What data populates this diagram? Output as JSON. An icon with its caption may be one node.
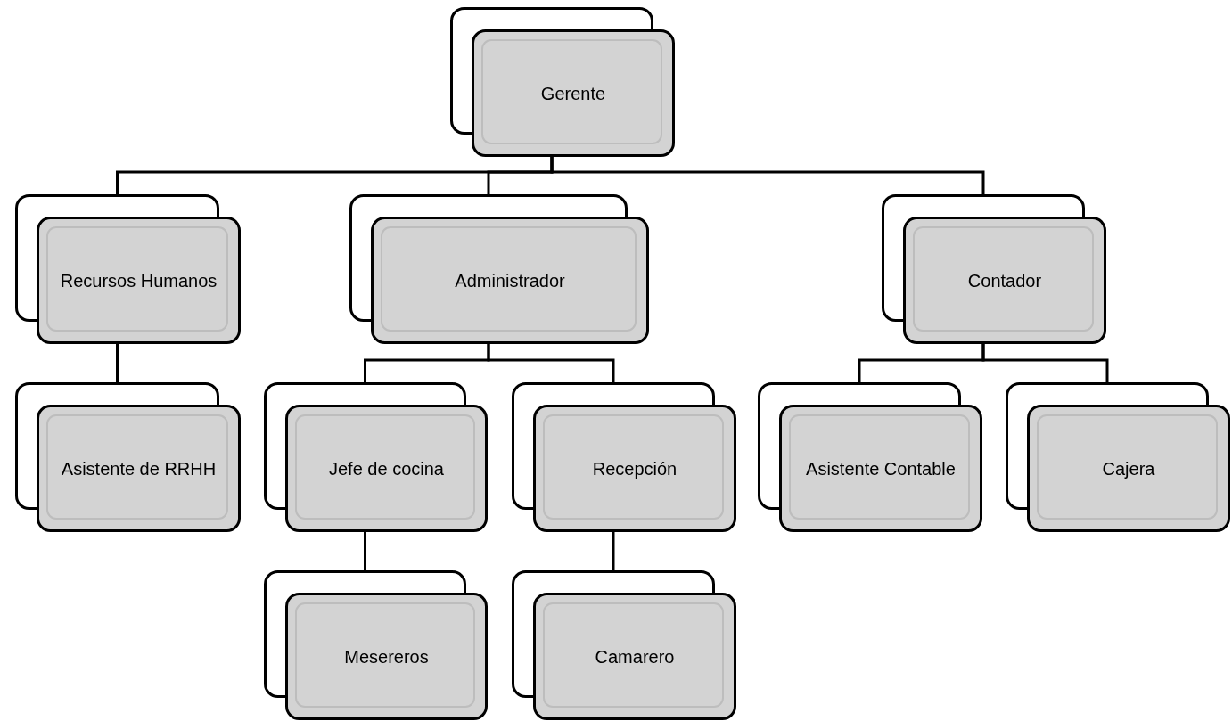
{
  "diagram": {
    "nodes": [
      {
        "text": [
          "Gerente"
        ]
      },
      {
        "text": [
          "Recursos Humanos"
        ]
      },
      {
        "text": [
          "Administrador"
        ]
      },
      {
        "text": [
          "Contador"
        ]
      },
      {
        "text": [
          "Asistente de RRHH"
        ]
      },
      {
        "text": [
          "Jefe de cocina"
        ]
      },
      {
        "text": [
          "Recepción"
        ]
      },
      {
        "text": [
          "Asistente Contable"
        ]
      },
      {
        "text": [
          "Cajera"
        ]
      },
      {
        "text": [
          "Mesereros"
        ]
      },
      {
        "text": [
          "Camarero"
        ]
      }
    ],
    "edges": [
      {
        "from": 0,
        "to": 1,
        "arrow": "none"
      },
      {
        "from": 0,
        "to": 2,
        "arrow": "none"
      },
      {
        "from": 0,
        "to": 3,
        "arrow": "none"
      },
      {
        "from": 1,
        "to": 4,
        "arrow": "none"
      },
      {
        "from": 2,
        "to": 5,
        "arrow": "none"
      },
      {
        "from": 2,
        "to": 6,
        "arrow": "none"
      },
      {
        "from": 3,
        "to": 7,
        "arrow": "none"
      },
      {
        "from": 3,
        "to": 8,
        "arrow": "none"
      },
      {
        "from": 5,
        "to": 9,
        "arrow": "none"
      },
      {
        "from": 6,
        "to": 10,
        "arrow": "none"
      }
    ]
  }
}
